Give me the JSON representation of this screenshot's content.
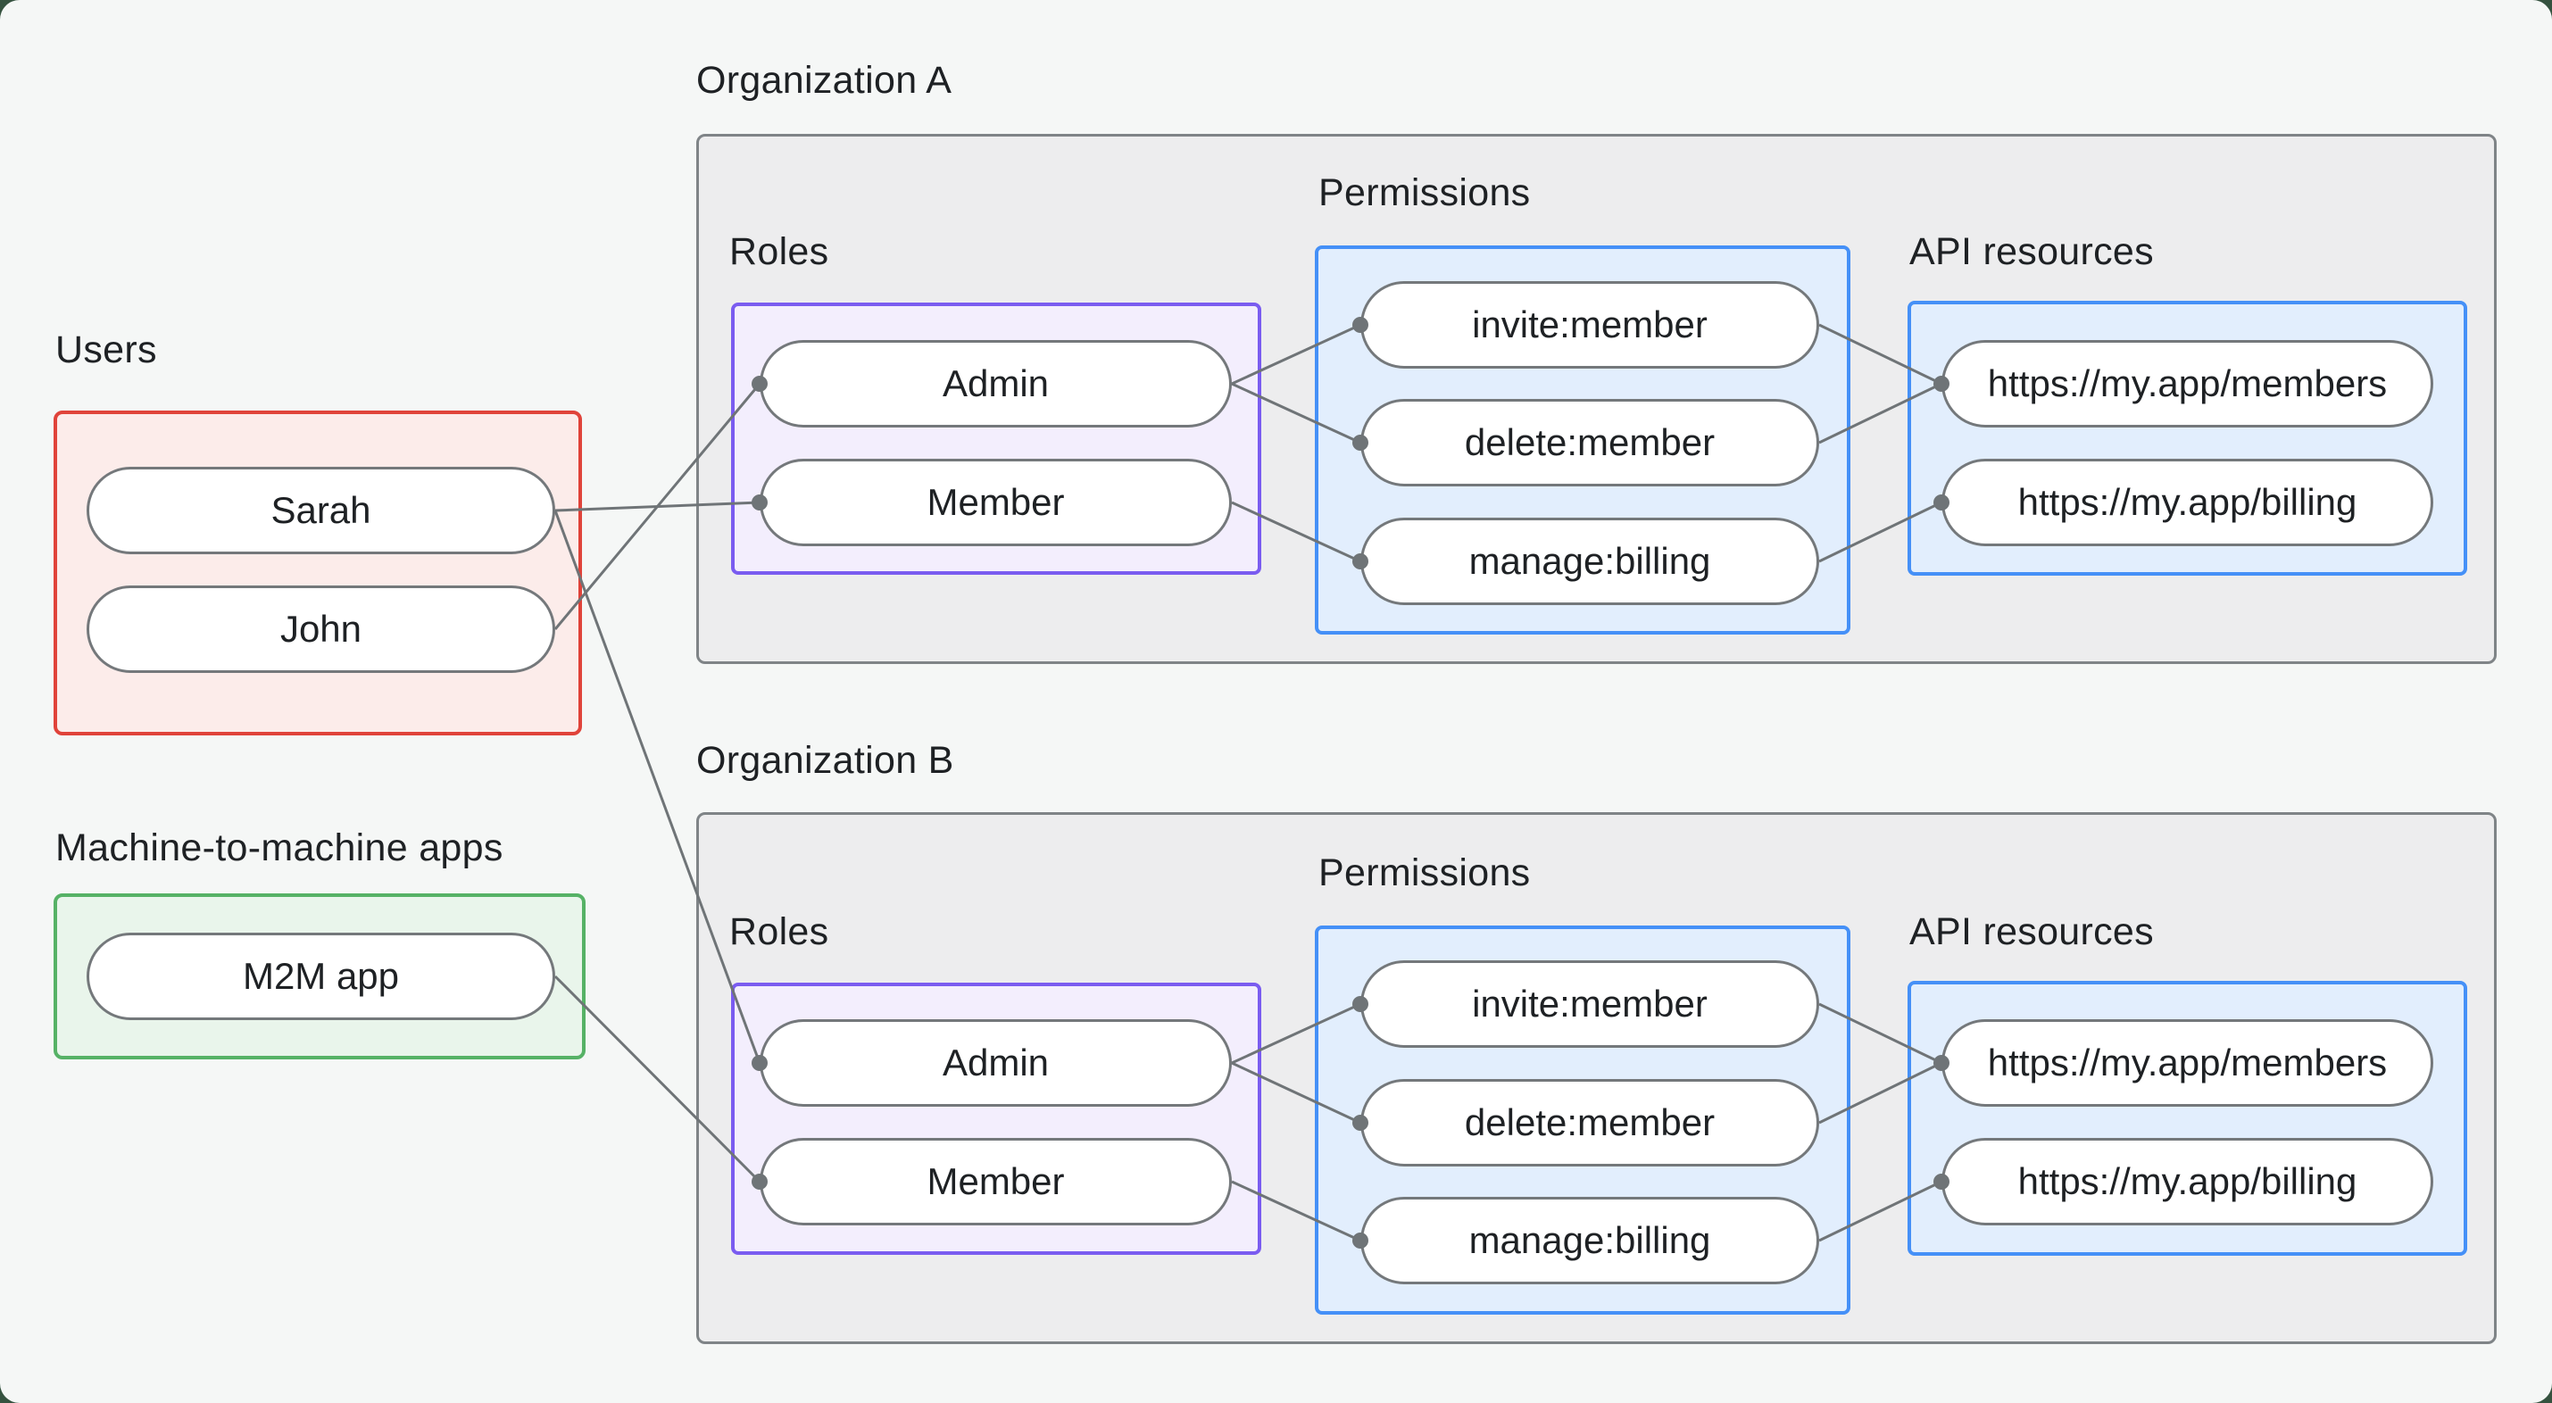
{
  "page": {
    "background": "#f5f7f6",
    "backdrop": "#35523f"
  },
  "colors": {
    "users_border": "#e0433a",
    "users_fill": "#fcecea",
    "m2m_border": "#56b266",
    "m2m_fill": "#e9f5eb",
    "org_border": "#7f8487",
    "org_fill": "#ededee",
    "roles_border": "#7a5cf0",
    "roles_fill": "#f3eefd",
    "blue_border": "#4590f7",
    "blue_fill": "#e2eefd",
    "pill_border": "#74787b",
    "pill_fill": "#ffffff",
    "edge_line": "#6f7477",
    "text": "#1e2124"
  },
  "users": {
    "label": "Users",
    "items": [
      {
        "label": "Sarah"
      },
      {
        "label": "John"
      }
    ]
  },
  "m2m": {
    "label": "Machine-to-machine apps",
    "items": [
      {
        "label": "M2M app"
      }
    ]
  },
  "organizations": [
    {
      "label": "Organization A",
      "roles": {
        "label": "Roles",
        "items": [
          {
            "label": "Admin"
          },
          {
            "label": "Member"
          }
        ]
      },
      "permissions": {
        "label": "Permissions",
        "items": [
          {
            "label": "invite:member"
          },
          {
            "label": "delete:member"
          },
          {
            "label": "manage:billing"
          }
        ]
      },
      "api_resources": {
        "label": "API resources",
        "items": [
          {
            "label": "https://my.app/members"
          },
          {
            "label": "https://my.app/billing"
          }
        ]
      }
    },
    {
      "label": "Organization B",
      "roles": {
        "label": "Roles",
        "items": [
          {
            "label": "Admin"
          },
          {
            "label": "Member"
          }
        ]
      },
      "permissions": {
        "label": "Permissions",
        "items": [
          {
            "label": "invite:member"
          },
          {
            "label": "delete:member"
          },
          {
            "label": "manage:billing"
          }
        ]
      },
      "api_resources": {
        "label": "API resources",
        "items": [
          {
            "label": "https://my.app/members"
          },
          {
            "label": "https://my.app/billing"
          }
        ]
      }
    }
  ],
  "edges": [
    {
      "from": "users.Sarah",
      "to": "orgA.roles.Member"
    },
    {
      "from": "users.John",
      "to": "orgA.roles.Admin"
    },
    {
      "from": "users.Sarah",
      "to": "orgB.roles.Admin"
    },
    {
      "from": "m2m.M2M app",
      "to": "orgB.roles.Member"
    },
    {
      "from": "orgA.roles.Admin",
      "to": "orgA.permissions.invite:member"
    },
    {
      "from": "orgA.roles.Admin",
      "to": "orgA.permissions.delete:member"
    },
    {
      "from": "orgA.roles.Member",
      "to": "orgA.permissions.manage:billing"
    },
    {
      "from": "orgA.permissions.invite:member",
      "to": "orgA.api.https://my.app/members"
    },
    {
      "from": "orgA.permissions.delete:member",
      "to": "orgA.api.https://my.app/members"
    },
    {
      "from": "orgA.permissions.manage:billing",
      "to": "orgA.api.https://my.app/billing"
    },
    {
      "from": "orgB.roles.Admin",
      "to": "orgB.permissions.invite:member"
    },
    {
      "from": "orgB.roles.Admin",
      "to": "orgB.permissions.delete:member"
    },
    {
      "from": "orgB.roles.Member",
      "to": "orgB.permissions.manage:billing"
    },
    {
      "from": "orgB.permissions.invite:member",
      "to": "orgB.api.https://my.app/members"
    },
    {
      "from": "orgB.permissions.delete:member",
      "to": "orgB.api.https://my.app/members"
    },
    {
      "from": "orgB.permissions.manage:billing",
      "to": "orgB.api.https://my.app/billing"
    }
  ]
}
